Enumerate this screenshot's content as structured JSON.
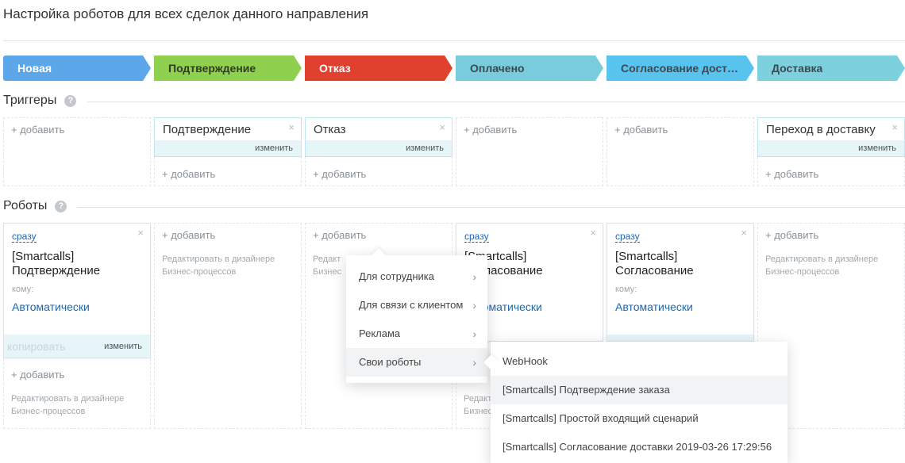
{
  "page": {
    "title": "Настройка роботов для всех сделок данного направления"
  },
  "stages": [
    {
      "label": "Новая",
      "color": "#5ba7ea"
    },
    {
      "label": "Подтверждение",
      "color": "#8fd14f"
    },
    {
      "label": "Отказ",
      "color": "#e0402e"
    },
    {
      "label": "Оплачено",
      "color": "#78ccdb"
    },
    {
      "label": "Согласование доставки",
      "color": "#59c3ef"
    },
    {
      "label": "Доставка",
      "color": "#7dd0dd"
    }
  ],
  "triggers": {
    "title": "Триггеры",
    "help": "?",
    "add_label": "+ добавить",
    "edit_label": "изменить",
    "close_glyph": "×",
    "cards": [
      {
        "name": "Подтверждение"
      },
      {
        "name": "Отказ"
      },
      {
        "name": "Переход в доставку"
      }
    ]
  },
  "robots": {
    "title": "Роботы",
    "help": "?",
    "add_label": "+ добавить",
    "design_label": "Редактировать в дизайнере Бизнес-процессов",
    "design_label_fragment": "Редакт",
    "design_label_fragment2": "Бизнес",
    "when_label": "сразу",
    "to_label": "кому:",
    "assignee": "Автоматически",
    "copy_label": "копировать",
    "edit_label": "изменить",
    "close_glyph": "×",
    "cards": [
      {
        "name_line1": "[Smartcalls]",
        "name_line2": "Подтверждение"
      },
      {
        "name_line1": "[Smartcalls]",
        "name_line2": "Согласование"
      },
      {
        "name_line1": "[Smartcalls]",
        "name_line2": "Согласование"
      }
    ]
  },
  "menu": {
    "items": [
      {
        "label": "Для сотрудника"
      },
      {
        "label": "Для связи с клиентом"
      },
      {
        "label": "Реклама"
      },
      {
        "label": "Свои роботы"
      }
    ],
    "chevron": "›"
  },
  "submenu": {
    "items": [
      {
        "label": "WebHook"
      },
      {
        "label": "[Smartcalls] Подтверждение заказа"
      },
      {
        "label": "[Smartcalls] Простой входящий сценарий"
      },
      {
        "label": "[Smartcalls] Согласование доставки 2019-03-26 17:29:56"
      }
    ]
  }
}
